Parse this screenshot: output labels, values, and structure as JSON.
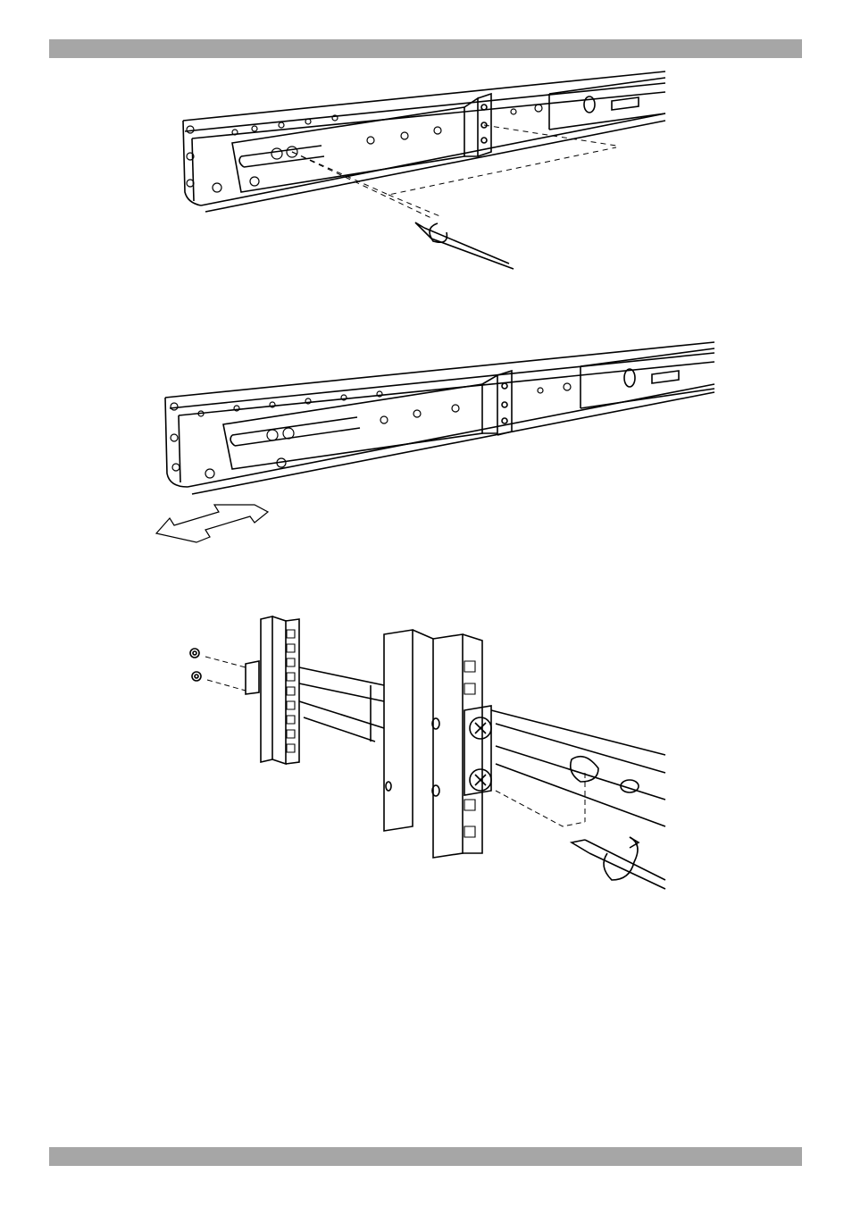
{
  "page": {
    "header_bar": "",
    "footer_bar": ""
  },
  "figures": [
    {
      "id": "rail-screw-adjust",
      "icon": "screwdriver-icon"
    },
    {
      "id": "rail-slide-extend",
      "icon": "double-arrow-icon"
    },
    {
      "id": "rack-mount-install",
      "icon": "screwdriver-icon"
    }
  ],
  "colors": {
    "bar": "#a6a6a6",
    "line": "#000000",
    "background": "#ffffff"
  }
}
